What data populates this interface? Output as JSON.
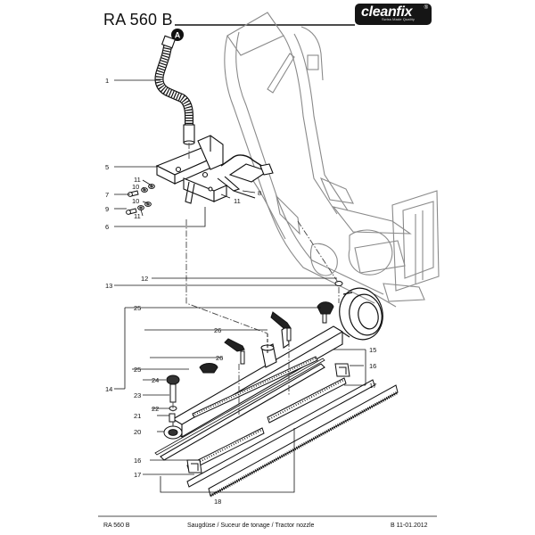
{
  "header": {
    "title": "RA 560 B"
  },
  "logo": {
    "brand": "cleanfix",
    "tagline": "Swiss Made Quality",
    "reg": "®"
  },
  "callout_badge": "A",
  "footer": {
    "left": "RA 560 B",
    "center": "Saugdüse / Suceur de tonage / Tractor nozzle",
    "right": "B 11-01.2012"
  },
  "part_labels": {
    "p1": "1",
    "p5": "5",
    "p7": "7",
    "p9": "9",
    "p10a": "10",
    "p10b": "10",
    "p11a": "11",
    "p11b": "11",
    "p11c": "11",
    "p8": "8",
    "p6": "6",
    "p12": "12",
    "p13": "13",
    "p25a": "25",
    "p25b": "25",
    "p26a": "26",
    "p26b": "26",
    "p14": "14",
    "p15": "15",
    "p16a": "16",
    "p16b": "16",
    "p17a": "17",
    "p17b": "17",
    "p18": "18",
    "p20": "20",
    "p21": "21",
    "p22": "22",
    "p23": "23",
    "p24": "24"
  },
  "colors": {
    "ink": "#111111",
    "dash": "#444444",
    "frame": "#888888",
    "logo_bg": "#151515"
  }
}
